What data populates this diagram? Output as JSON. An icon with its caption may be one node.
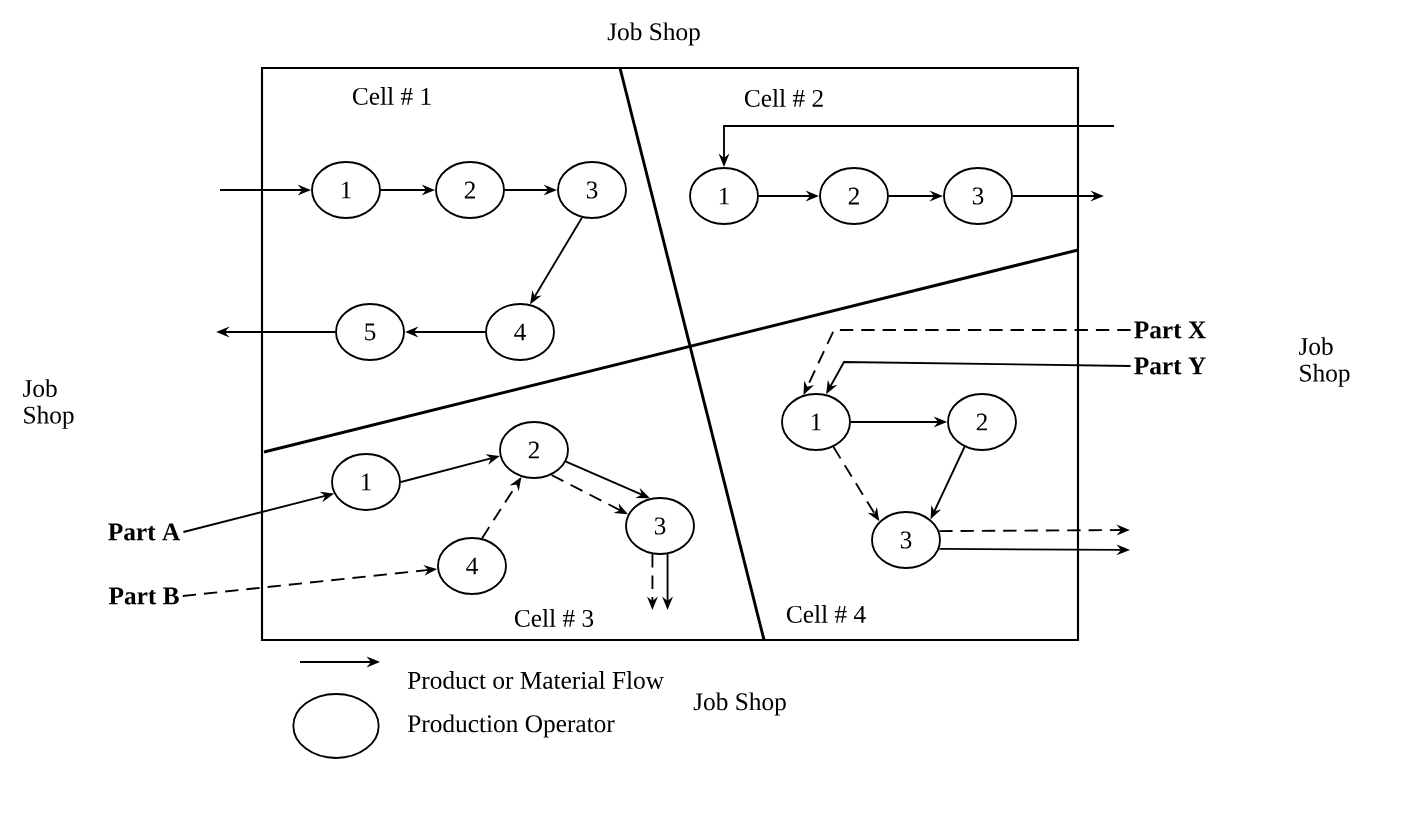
{
  "diagram": {
    "nodes": [
      {
        "text": [],
        "shape": "box"
      },
      {
        "text": [
          "1"
        ],
        "in": 0
      },
      {
        "text": [
          "2"
        ],
        "in": 0
      },
      {
        "text": [
          "3"
        ],
        "in": 0
      },
      {
        "text": [
          "4"
        ],
        "in": 0
      },
      {
        "text": [
          "5"
        ],
        "in": 0
      },
      {
        "text": [
          "1"
        ],
        "in": 0
      },
      {
        "text": [
          "2"
        ],
        "in": 0
      },
      {
        "text": [
          "3"
        ],
        "in": 0
      },
      {
        "text": [
          "1"
        ],
        "in": 0
      },
      {
        "text": [
          "2"
        ],
        "in": 0
      },
      {
        "text": [
          "3"
        ],
        "in": 0
      },
      {
        "text": [
          "4"
        ],
        "in": 0
      },
      {
        "text": [
          "1"
        ],
        "in": 0
      },
      {
        "text": [
          "2"
        ],
        "in": 0
      },
      {
        "text": [
          "3"
        ],
        "in": 0
      },
      {
        "text": [
          "Part A"
        ]
      },
      {
        "text": [
          "Part B"
        ]
      },
      {
        "text": [
          "Part X"
        ]
      },
      {
        "text": [
          "Part Y"
        ]
      }
    ],
    "edges": [
      {
        "from": null,
        "to": 1,
        "arrow": "to"
      },
      {
        "from": 1,
        "to": 2,
        "arrow": "to"
      },
      {
        "from": 2,
        "to": 3,
        "arrow": "to"
      },
      {
        "from": 3,
        "to": 4,
        "arrow": "to"
      },
      {
        "from": 4,
        "to": 5,
        "arrow": "to"
      },
      {
        "from": 5,
        "to": null,
        "arrow": "to"
      },
      {
        "from": null,
        "to": 6,
        "arrow": "to"
      },
      {
        "from": 6,
        "to": 7,
        "arrow": "to"
      },
      {
        "from": 7,
        "to": 8,
        "arrow": "to"
      },
      {
        "from": 8,
        "to": null,
        "arrow": "to"
      },
      {
        "from": 16,
        "to": 9,
        "arrow": "to"
      },
      {
        "from": 9,
        "to": 10,
        "arrow": "to"
      },
      {
        "from": 10,
        "to": 11,
        "arrow": "to"
      },
      {
        "from": 10,
        "to": 11,
        "arrow": "to",
        "style": "dashed"
      },
      {
        "from": 17,
        "to": 12,
        "arrow": "to",
        "style": "dashed"
      },
      {
        "from": 12,
        "to": 10,
        "arrow": "to",
        "style": "dashed"
      },
      {
        "from": 11,
        "to": null,
        "arrow": "to",
        "style": "dashed"
      },
      {
        "from": 11,
        "to": null,
        "arrow": "to"
      },
      {
        "from": 18,
        "to": 13,
        "arrow": "to",
        "style": "dashed"
      },
      {
        "from": 19,
        "to": 13,
        "arrow": "to"
      },
      {
        "from": 13,
        "to": 14,
        "arrow": "to"
      },
      {
        "from": 13,
        "to": 15,
        "arrow": "to",
        "style": "dashed"
      },
      {
        "from": 14,
        "to": 15,
        "arrow": "to"
      },
      {
        "from": 15,
        "to": null,
        "arrow": "to",
        "style": "dashed"
      },
      {
        "from": 15,
        "to": null,
        "arrow": "to"
      }
    ],
    "labels": [
      "Job Shop",
      "Cell # 1",
      "Cell # 2",
      "Job Shop",
      "Job Shop",
      "Cell # 3",
      "Cell # 4",
      "Job Shop"
    ],
    "legend": [
      {
        "text": "Product or Material Flow"
      },
      {
        "text": "Production Operator"
      }
    ]
  }
}
